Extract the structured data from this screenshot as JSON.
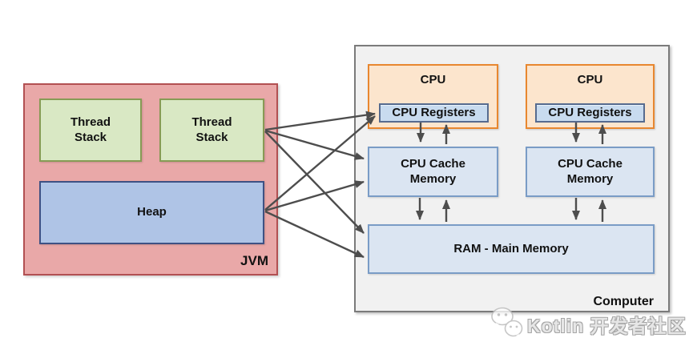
{
  "jvm": {
    "label": "JVM",
    "thread_stacks": [
      "Thread Stack",
      "Thread Stack"
    ],
    "heap_label": "Heap"
  },
  "computer": {
    "label": "Computer",
    "cpus": [
      {
        "label": "CPU",
        "registers_label": "CPU Registers"
      },
      {
        "label": "CPU",
        "registers_label": "CPU Registers"
      }
    ],
    "caches": [
      "CPU Cache Memory",
      "CPU Cache Memory"
    ],
    "ram_label": "RAM - Main Memory"
  },
  "connections": [
    {
      "from": "thread-stack-2",
      "to": "cpu-registers-1",
      "bidirectional": false
    },
    {
      "from": "thread-stack-2",
      "to": "cpu-cache-1",
      "bidirectional": false
    },
    {
      "from": "thread-stack-2",
      "to": "ram",
      "bidirectional": false
    },
    {
      "from": "heap",
      "to": "cpu-registers-1",
      "bidirectional": false
    },
    {
      "from": "heap",
      "to": "cpu-cache-1",
      "bidirectional": false
    },
    {
      "from": "heap",
      "to": "ram",
      "bidirectional": false
    },
    {
      "from": "cpu-registers-1",
      "to": "cpu-cache-1",
      "bidirectional": true
    },
    {
      "from": "cpu-registers-2",
      "to": "cpu-cache-2",
      "bidirectional": true
    },
    {
      "from": "cpu-cache-1",
      "to": "ram",
      "bidirectional": true
    },
    {
      "from": "cpu-cache-2",
      "to": "ram",
      "bidirectional": true
    }
  ],
  "watermark": {
    "icon": "wechat-icon",
    "text": "Kotlin 开发者社区"
  },
  "colors": {
    "jvm_fill": "#E9A8A8",
    "jvm_border": "#B25052",
    "stack_fill": "#D9E8C4",
    "stack_border": "#879B55",
    "heap_fill": "#AFC4E6",
    "heap_border": "#3E5184",
    "cpu_fill": "#FCE5CD",
    "cpu_border": "#E8872F",
    "registers_fill": "#C8DBEF",
    "registers_border": "#566B8F",
    "memory_fill": "#DBE5F2",
    "memory_border": "#7A9CC6",
    "computer_fill": "#F1F1F1",
    "computer_border": "#7B7B7B",
    "arrow": "#4D4D4D"
  }
}
